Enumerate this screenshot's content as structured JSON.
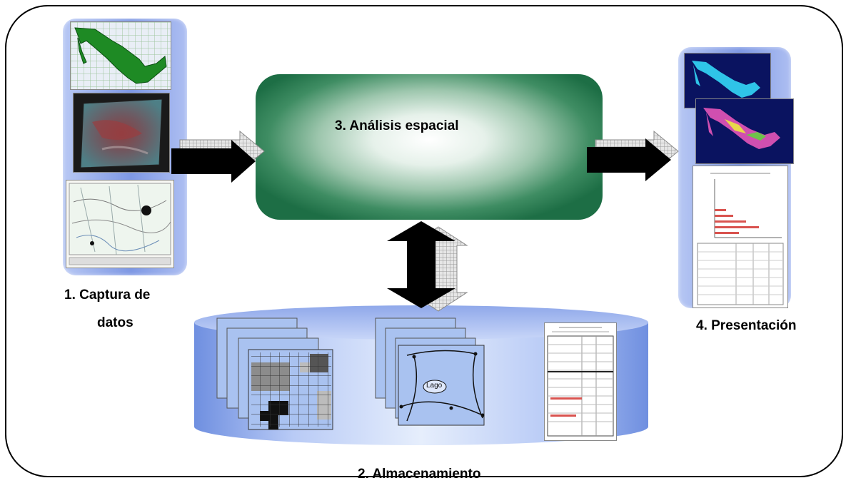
{
  "diagram": {
    "steps": {
      "capture": {
        "label_line1": "1. Captura de",
        "label_line2": "datos"
      },
      "storage": {
        "label": "2. Almacenamiento"
      },
      "analysis": {
        "label": "3. Análisis espacial"
      },
      "presentation": {
        "label": "4. Presentación"
      }
    },
    "storage_vector_label": "Lago",
    "colors": {
      "analysis_box": "#1d6e45",
      "panel_blue": "#7e98e4",
      "arrow": "#000000",
      "frame": "#000000"
    }
  }
}
